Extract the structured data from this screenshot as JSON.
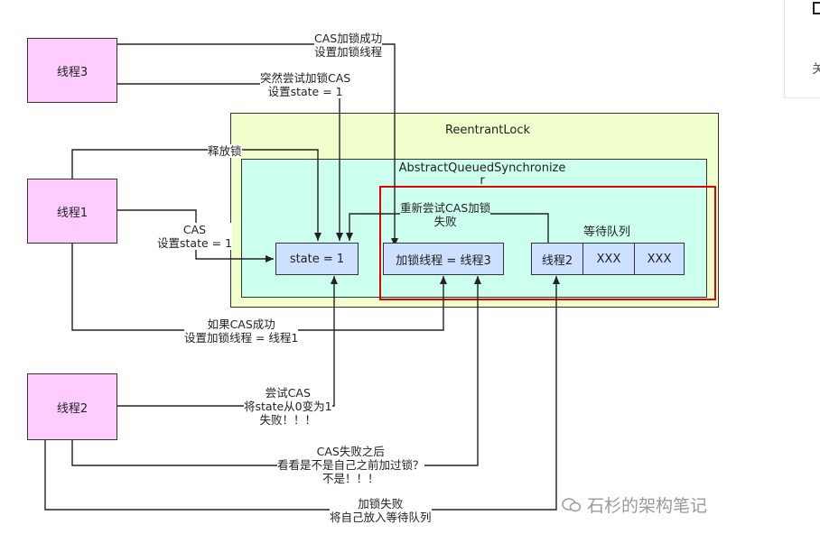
{
  "threads": {
    "t3": "线程3",
    "t1": "线程1",
    "t2": "线程2"
  },
  "containers": {
    "reentrant_lock": "ReentrantLock",
    "aqs_line1": "AbstractQueuedSynchronize",
    "aqs_line2": "r",
    "wait_queue": "等待队列"
  },
  "boxes": {
    "state": "state = 1",
    "owner": "加锁线程 = 线程3",
    "queue_head": "线程2",
    "queue_x1": "XXX",
    "queue_x2": "XXX"
  },
  "labels": {
    "cas_success_l1": "CAS加锁成功",
    "cas_success_l2": "设置加锁线程",
    "sudden_l1": "突然尝试加锁CAS",
    "sudden_l2": "设置state = 1",
    "release": "释放锁",
    "cas_l1": "CAS",
    "cas_l2": "设置state = 1",
    "retry_l1": "重新尝试CAS加锁",
    "retry_l2": "失败",
    "ifok_l1": "如果CAS成功",
    "ifok_l2": "设置加锁线程 = 线程1",
    "try_l1": "尝试CAS",
    "try_l2": "将state从0变为1",
    "try_l3": "失败！！！",
    "casfail_l1": "CAS失败之后",
    "casfail_l2": "看看是不是自己之前加过锁？",
    "casfail_l3": "不是！！！",
    "lockfail_l1": "加锁失败",
    "lockfail_l2": "将自己放入等待队列"
  },
  "watermark": "石杉的架构笔记",
  "side_text": "关",
  "colors": {
    "thread_fill": "#ffccff",
    "reentrant_fill": "#f0ffcc",
    "aqs_fill": "#ccffee",
    "box_fill": "#cce0ff",
    "highlight": "#e00000"
  }
}
